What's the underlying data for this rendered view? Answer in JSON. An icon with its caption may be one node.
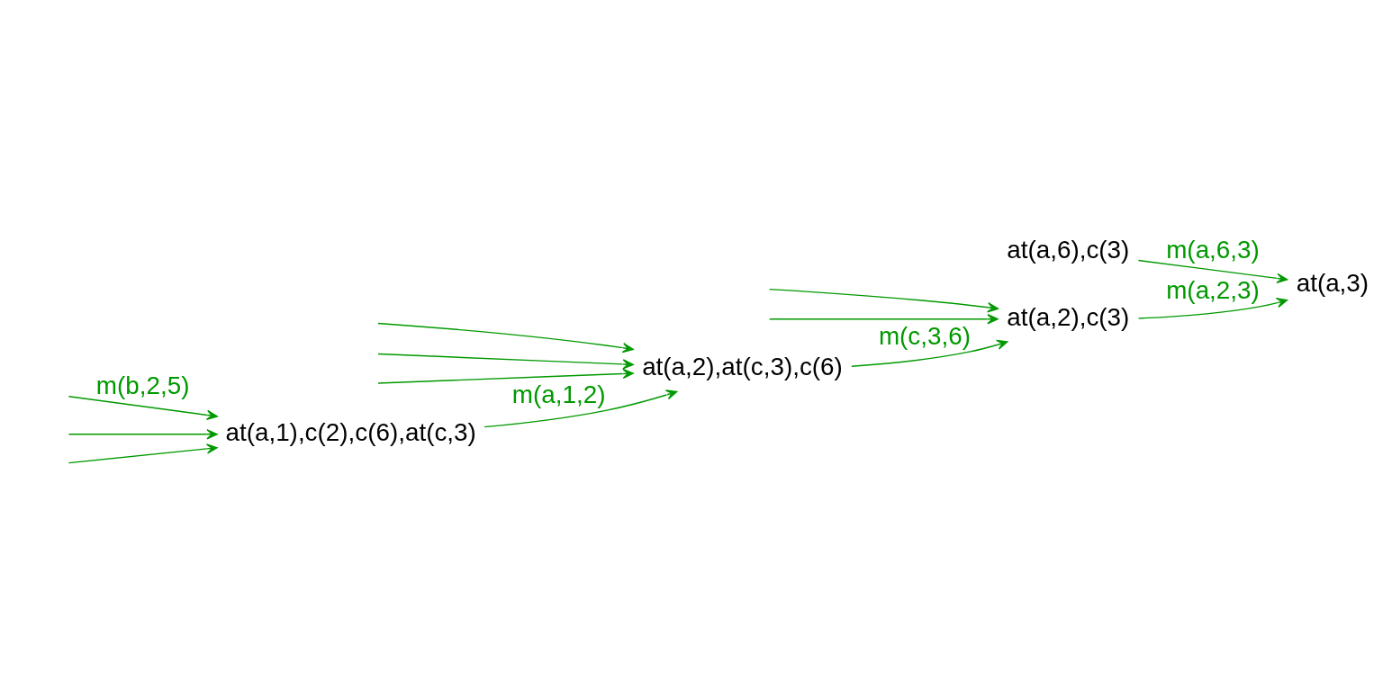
{
  "diagram": {
    "nodes": [
      {
        "text": [
          "at(a,1),c(2),c(6),at(c,3)"
        ]
      },
      {
        "text": [
          "at(a,2),at(c,3),c(6)"
        ]
      },
      {
        "text": [
          "at(a,2),c(3)"
        ]
      },
      {
        "text": [
          "at(a,3)"
        ]
      },
      {
        "text": [
          "at(a,6),c(3)"
        ]
      }
    ],
    "edges": [
      {
        "from": null,
        "to": 0,
        "arrow": "to",
        "label": "m(b,2,5)"
      },
      {
        "from": null,
        "to": 0,
        "arrow": "to"
      },
      {
        "from": null,
        "to": 0,
        "arrow": "to"
      },
      {
        "from": 0,
        "to": 1,
        "arrow": "to",
        "label": "m(a,1,2)"
      },
      {
        "from": null,
        "to": 1,
        "arrow": "to"
      },
      {
        "from": null,
        "to": 1,
        "arrow": "to"
      },
      {
        "from": null,
        "to": 1,
        "arrow": "to"
      },
      {
        "from": 1,
        "to": 2,
        "arrow": "to",
        "label": "m(c,3,6)"
      },
      {
        "from": null,
        "to": 2,
        "arrow": "to"
      },
      {
        "from": null,
        "to": 2,
        "arrow": "to"
      },
      {
        "from": 2,
        "to": 3,
        "arrow": "to",
        "label": "m(a,2,3)"
      },
      {
        "from": 4,
        "to": 3,
        "arrow": "to",
        "label": "m(a,6,3)"
      }
    ]
  }
}
